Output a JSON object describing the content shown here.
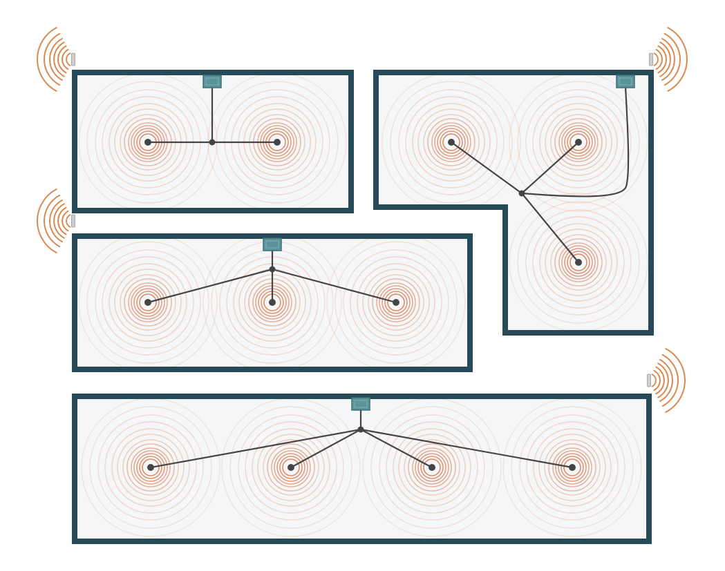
{
  "colors": {
    "wall": "#264a57",
    "room_fill": "#f4f6f8",
    "ripple": "#e8a888",
    "ripple_strong": "#d9774a",
    "wire": "#444444",
    "hub": "#5b9399",
    "hub_border": "#3c7077",
    "antenna_arc": "#d98850",
    "antenna_body": "#cfcfcf"
  },
  "icons": {
    "hub": "hub-box-icon",
    "speaker": "speaker-node-icon",
    "antenna": "wireless-signal-icon",
    "junction": "junction-node-icon"
  },
  "rooms": [
    {
      "name": "room-top-left",
      "speaker_count": 2
    },
    {
      "name": "room-l-shaped",
      "speaker_count": 3
    },
    {
      "name": "room-middle-left",
      "speaker_count": 3
    },
    {
      "name": "room-bottom-wide",
      "speaker_count": 4
    }
  ],
  "antennas": [
    {
      "name": "antenna-top-left",
      "direction": "left"
    },
    {
      "name": "antenna-top-right",
      "direction": "right"
    },
    {
      "name": "antenna-middle-left",
      "direction": "left"
    },
    {
      "name": "antenna-bottom-right",
      "direction": "right"
    }
  ]
}
